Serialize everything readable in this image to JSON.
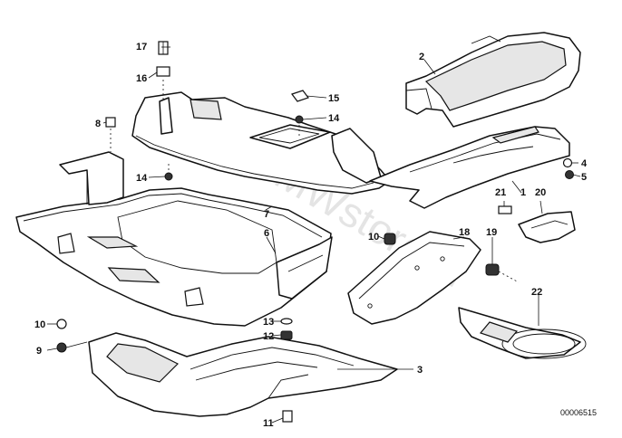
{
  "diagram": {
    "watermark": "www.BMWstore.pl",
    "code": "00006515",
    "callouts": [
      "1",
      "2",
      "3",
      "4",
      "5",
      "6",
      "7",
      "8",
      "9",
      "10",
      "10",
      "11",
      "12",
      "13",
      "14",
      "14",
      "15",
      "16",
      "17",
      "18",
      "19",
      "20",
      "21",
      "22"
    ]
  }
}
